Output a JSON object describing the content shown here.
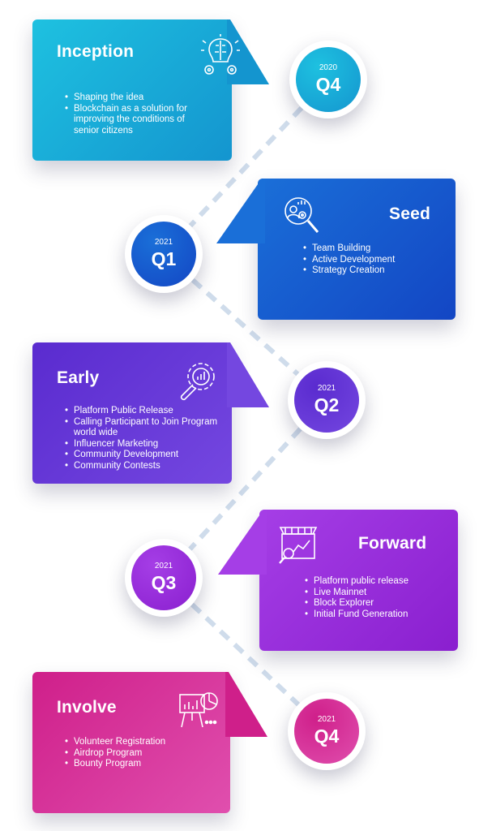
{
  "colors": {
    "inception": [
      "#1ec1e0",
      "#1495cf"
    ],
    "seed": [
      "#1a6fd8",
      "#1346c4"
    ],
    "early": [
      "#5a2bcf",
      "#7447e0"
    ],
    "forward": [
      "#a53ee6",
      "#8a1fcf"
    ],
    "involve": [
      "#cf1f8a",
      "#e04fae"
    ],
    "connector": "#cfdceb"
  },
  "phases": [
    {
      "title": "Inception",
      "icon": "brain-gears-icon",
      "items": [
        "Shaping the idea",
        "Blockchain as a solution for improving the conditions of senior citizens"
      ],
      "year": "2020",
      "quarter": "Q4"
    },
    {
      "title": "Seed",
      "icon": "people-search-icon",
      "items": [
        "Team Building",
        "Active Development",
        "Strategy Creation"
      ],
      "year": "2021",
      "quarter": "Q1"
    },
    {
      "title": "Early",
      "icon": "wrench-gear-icon",
      "items": [
        "Platform Public Release",
        "Calling Participant to Join Program world wide",
        "Influencer Marketing",
        "Community Development",
        "Community Contests"
      ],
      "year": "2021",
      "quarter": "Q2"
    },
    {
      "title": "Forward",
      "icon": "market-analytics-icon",
      "items": [
        "Platform public release",
        "Live Mainnet",
        "Block Explorer",
        "Initial Fund Generation"
      ],
      "year": "2021",
      "quarter": "Q3"
    },
    {
      "title": "Involve",
      "icon": "presentation-board-icon",
      "items": [
        "Volunteer Registration",
        "Airdrop Program",
        "Bounty Program"
      ],
      "year": "2021",
      "quarter": "Q4"
    }
  ]
}
